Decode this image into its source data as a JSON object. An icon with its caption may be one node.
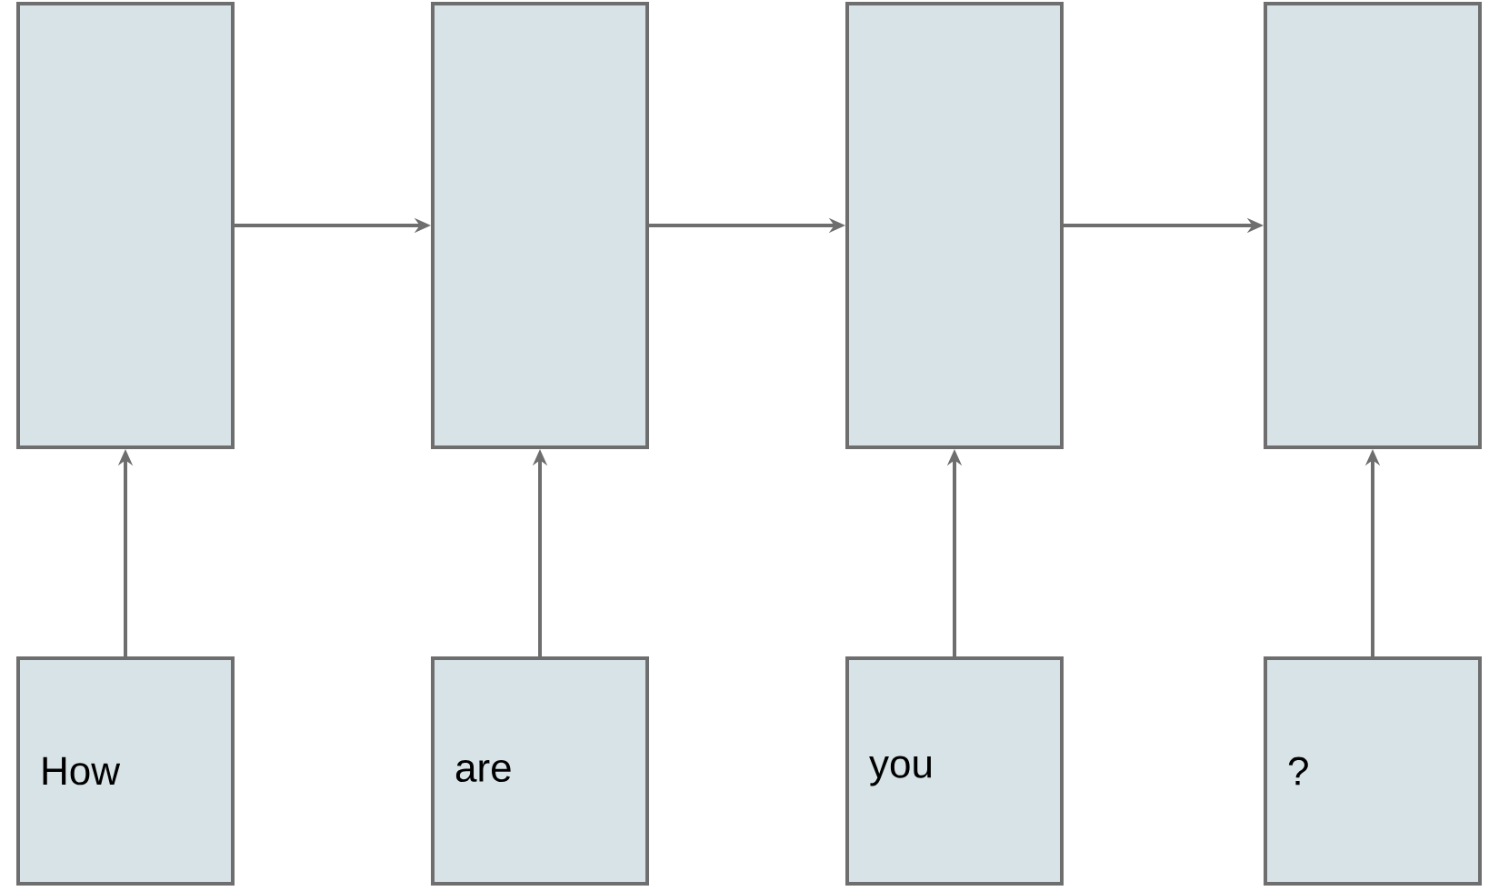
{
  "diagram": {
    "nodes": [
      {
        "text": [],
        "shape": "box"
      },
      {
        "text": [],
        "shape": "box"
      },
      {
        "text": [],
        "shape": "box"
      },
      {
        "text": [],
        "shape": "box"
      },
      {
        "text": [
          "How"
        ]
      },
      {
        "text": [
          "are"
        ]
      },
      {
        "text": [
          "you"
        ]
      },
      {
        "text": [
          "?"
        ]
      }
    ],
    "edges": [
      {
        "from": 0,
        "to": 1,
        "arrow": "to"
      },
      {
        "from": 1,
        "to": 2,
        "arrow": "to"
      },
      {
        "from": 2,
        "to": 3,
        "arrow": "to"
      },
      {
        "from": 4,
        "to": 0,
        "arrow": "to"
      },
      {
        "from": 5,
        "to": 1,
        "arrow": "to"
      },
      {
        "from": 6,
        "to": 2,
        "arrow": "to"
      },
      {
        "from": 7,
        "to": 3,
        "arrow": "to"
      }
    ]
  }
}
